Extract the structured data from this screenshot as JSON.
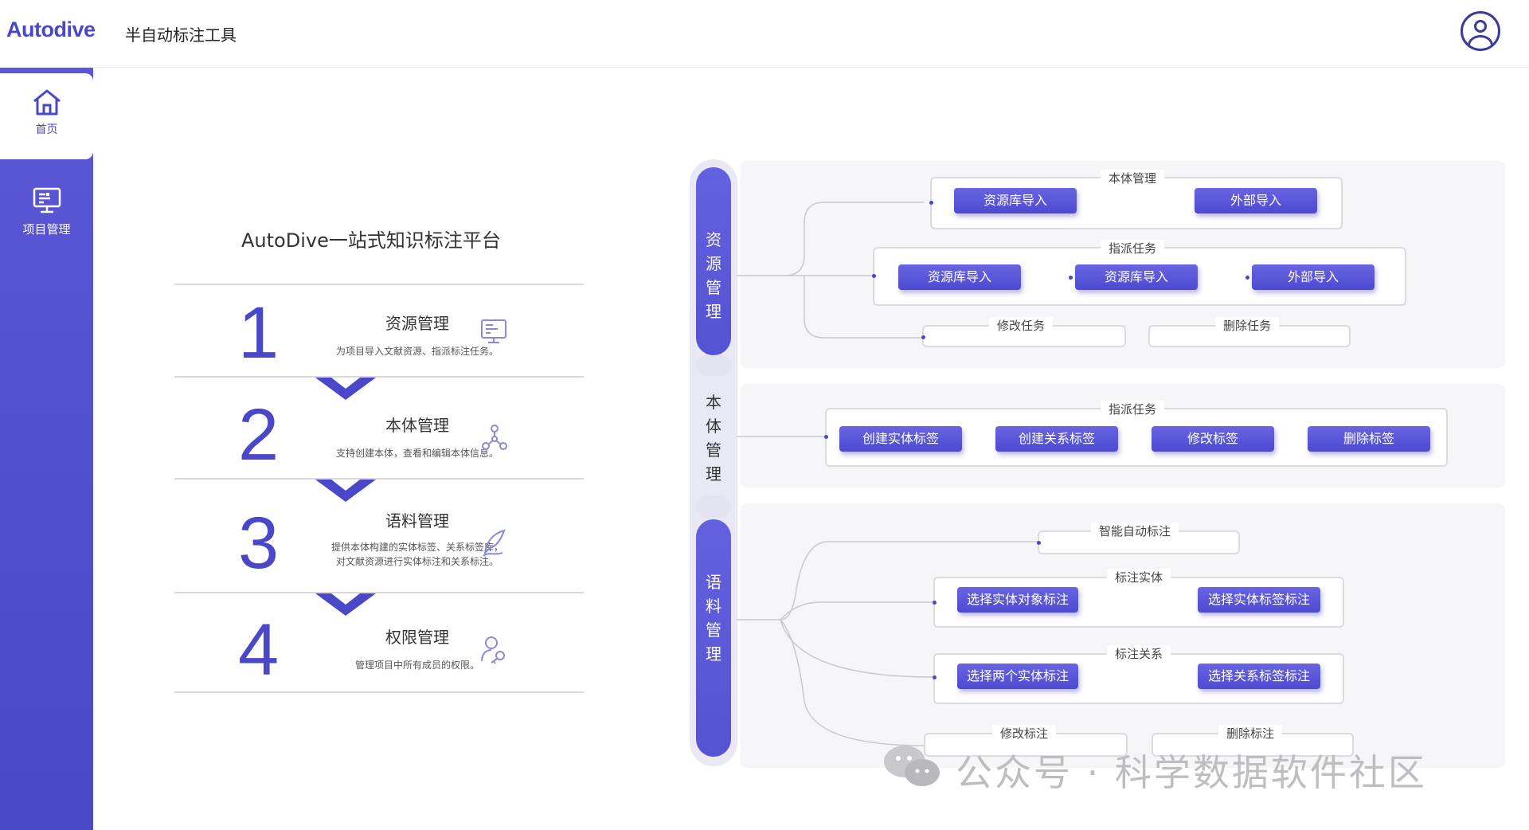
{
  "header": {
    "logo": "Autodive",
    "app_title": "半自动标注工具"
  },
  "sidebar": {
    "items": [
      {
        "label": "首页",
        "active": true
      },
      {
        "label": "项目管理",
        "active": false
      }
    ]
  },
  "left": {
    "title": "AutoDive一站式知识标注平台",
    "steps": [
      {
        "num": "1",
        "title": "资源管理",
        "desc": "为项目导入文献资源、指派标注任务。"
      },
      {
        "num": "2",
        "title": "本体管理",
        "desc": "支持创建本体，查看和编辑本体信息。"
      },
      {
        "num": "3",
        "title": "语料管理",
        "desc1": "提供本体构建的实体标签、关系标签库，",
        "desc2": "对文献资源进行实体标注和关系标注。"
      },
      {
        "num": "4",
        "title": "权限管理",
        "desc": "管理项目中所有成员的权限。"
      }
    ]
  },
  "flow": {
    "columns": [
      {
        "chars": [
          "资",
          "源",
          "管",
          "理"
        ]
      },
      {
        "chars": [
          "本",
          "体",
          "管",
          "理"
        ]
      },
      {
        "chars": [
          "语",
          "料",
          "管",
          "理"
        ]
      }
    ],
    "resource": {
      "ontology_group": {
        "label": "本体管理",
        "buttons": [
          "资源库导入",
          "外部导入"
        ]
      },
      "assign_group": {
        "label": "指派任务",
        "buttons": [
          "资源库导入",
          "资源库导入",
          "外部导入"
        ]
      },
      "modify_task": "修改任务",
      "delete_task": "删除任务"
    },
    "ontology": {
      "assign_group": {
        "label": "指派任务",
        "buttons": [
          "创建实体标签",
          "创建关系标签",
          "修改标签",
          "删除标签"
        ]
      }
    },
    "corpus": {
      "auto": "智能自动标注",
      "entity_group": {
        "label": "标注实体",
        "buttons": [
          "选择实体对象标注",
          "选择实体标签标注"
        ]
      },
      "relation_group": {
        "label": "标注关系",
        "buttons": [
          "选择两个实体标注",
          "选择关系标签标注"
        ]
      },
      "modify": "修改标注",
      "delete": "删除标注"
    }
  },
  "watermark": "公众号 · 科学数据软件社区",
  "colors": {
    "accent": "#4a47c9",
    "sidebar": "#5250cf"
  }
}
